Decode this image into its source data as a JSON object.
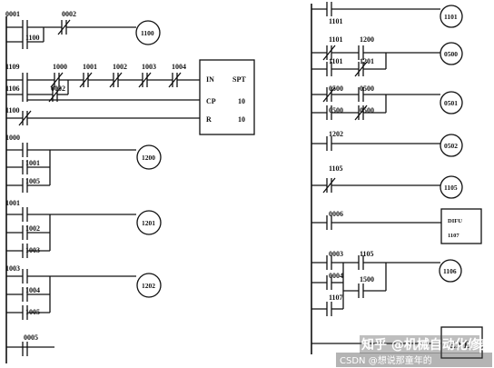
{
  "left_diagram": {
    "contacts": {
      "c0001": "0001",
      "c0002": "0002",
      "c1100a": "1100",
      "c1109": "1109",
      "c1000": "1000",
      "c1001a": "1001",
      "c1002a": "1002",
      "c1003a": "1003",
      "c1004a": "1004",
      "c1106": "1106",
      "c0002b": "0002",
      "c1100b": "1100",
      "c1000b": "1000",
      "c1001b": "1001",
      "c1005a": "1005",
      "c1001c": "1001",
      "c1002b": "1002",
      "c1003b": "1003",
      "c1003c": "1003",
      "c1004b": "1004",
      "c1005b": "1005",
      "c0005": "0005"
    },
    "coils": {
      "k1100": "1100",
      "k1200": "1200",
      "k1201": "1201",
      "k1202": "1202"
    },
    "counter_box": {
      "in": "IN",
      "spt": "SPT",
      "cp": "CP",
      "cp_val": "10",
      "r": "R",
      "r_val": "10"
    }
  },
  "right_diagram": {
    "contacts": {
      "c1101": "1101",
      "c1101b": "1101",
      "c1200": "1200",
      "c1101c": "1101",
      "c1201": "1201",
      "c0500a": "0500",
      "c0500b": "0500",
      "c0500c": "0500",
      "c0500d": "0500",
      "c1202": "1202",
      "c1105": "1105",
      "c0006": "0006",
      "c0003": "0003",
      "c1105b": "1105",
      "c0004": "0004",
      "c1500": "1500",
      "c1107": "1107"
    },
    "coils": {
      "k1101": "1101",
      "k0500": "0500",
      "k0501": "0501",
      "k0502": "0502",
      "k1105": "1105",
      "k1106": "1106"
    },
    "difu_box": {
      "name": "DIFU",
      "operand": "1107"
    },
    "end_box": {
      "label": "END"
    }
  },
  "watermark": {
    "line1": "知乎 @机械自动化修养",
    "line2": "CSDN @想说那童年的"
  }
}
